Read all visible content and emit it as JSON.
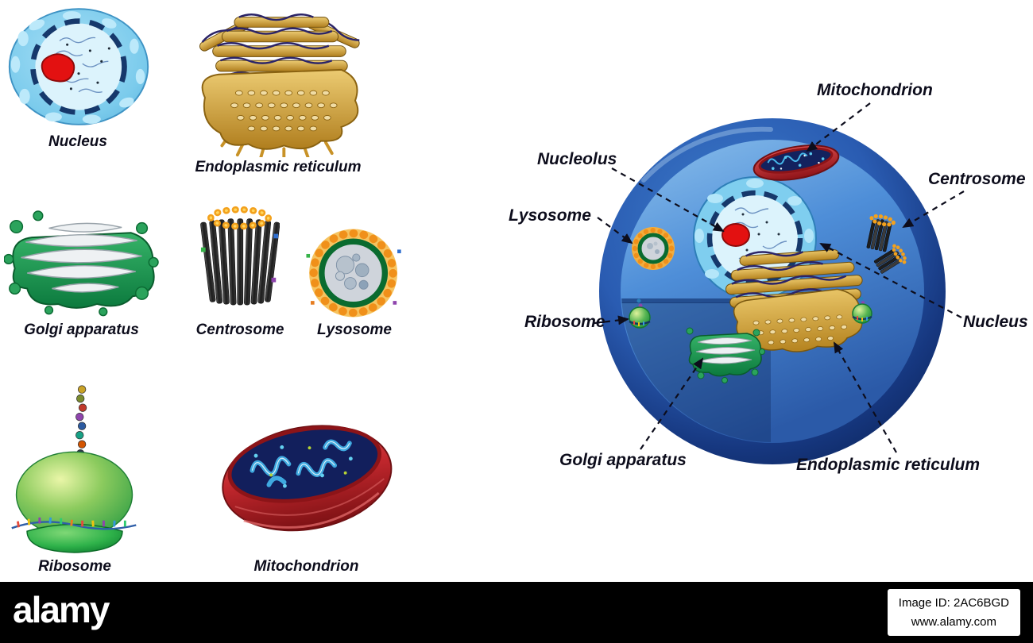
{
  "left_panel": {
    "items": [
      {
        "name": "nucleus",
        "label": "Nucleus"
      },
      {
        "name": "endoplasmic-reticulum",
        "label": "Endoplasmic reticulum"
      },
      {
        "name": "golgi-apparatus",
        "label": "Golgi apparatus"
      },
      {
        "name": "centrosome",
        "label": "Centrosome"
      },
      {
        "name": "lysosome",
        "label": "Lysosome"
      },
      {
        "name": "ribosome",
        "label": "Ribosome"
      },
      {
        "name": "mitochondrion",
        "label": "Mitochondrion"
      }
    ]
  },
  "cell_diagram": {
    "labels": [
      {
        "name": "mitochondrion",
        "text": "Mitochondrion"
      },
      {
        "name": "nucleolus",
        "text": "Nucleolus"
      },
      {
        "name": "centrosome",
        "text": "Centrosome"
      },
      {
        "name": "lysosome",
        "text": "Lysosome"
      },
      {
        "name": "ribosome",
        "text": "Ribosome"
      },
      {
        "name": "nucleus",
        "text": "Nucleus"
      },
      {
        "name": "golgi-apparatus",
        "text": "Golgi apparatus"
      },
      {
        "name": "endoplasmic-reticulum",
        "text": "Endoplasmic reticulum"
      }
    ]
  },
  "footer": {
    "logo": "alamy",
    "image_id": "Image ID: 2AC6BGD",
    "website": "www.alamy.com"
  },
  "colors": {
    "background": "#ffffff",
    "footer_bg": "#000000",
    "label_color": "#0d0d1c",
    "cell_blue": "#2a5cb2",
    "er_gold": "#d8a93c",
    "golgi_green": "#1e9150",
    "mito_red": "#c1272d",
    "nucleus_blue": "#7fceef"
  }
}
